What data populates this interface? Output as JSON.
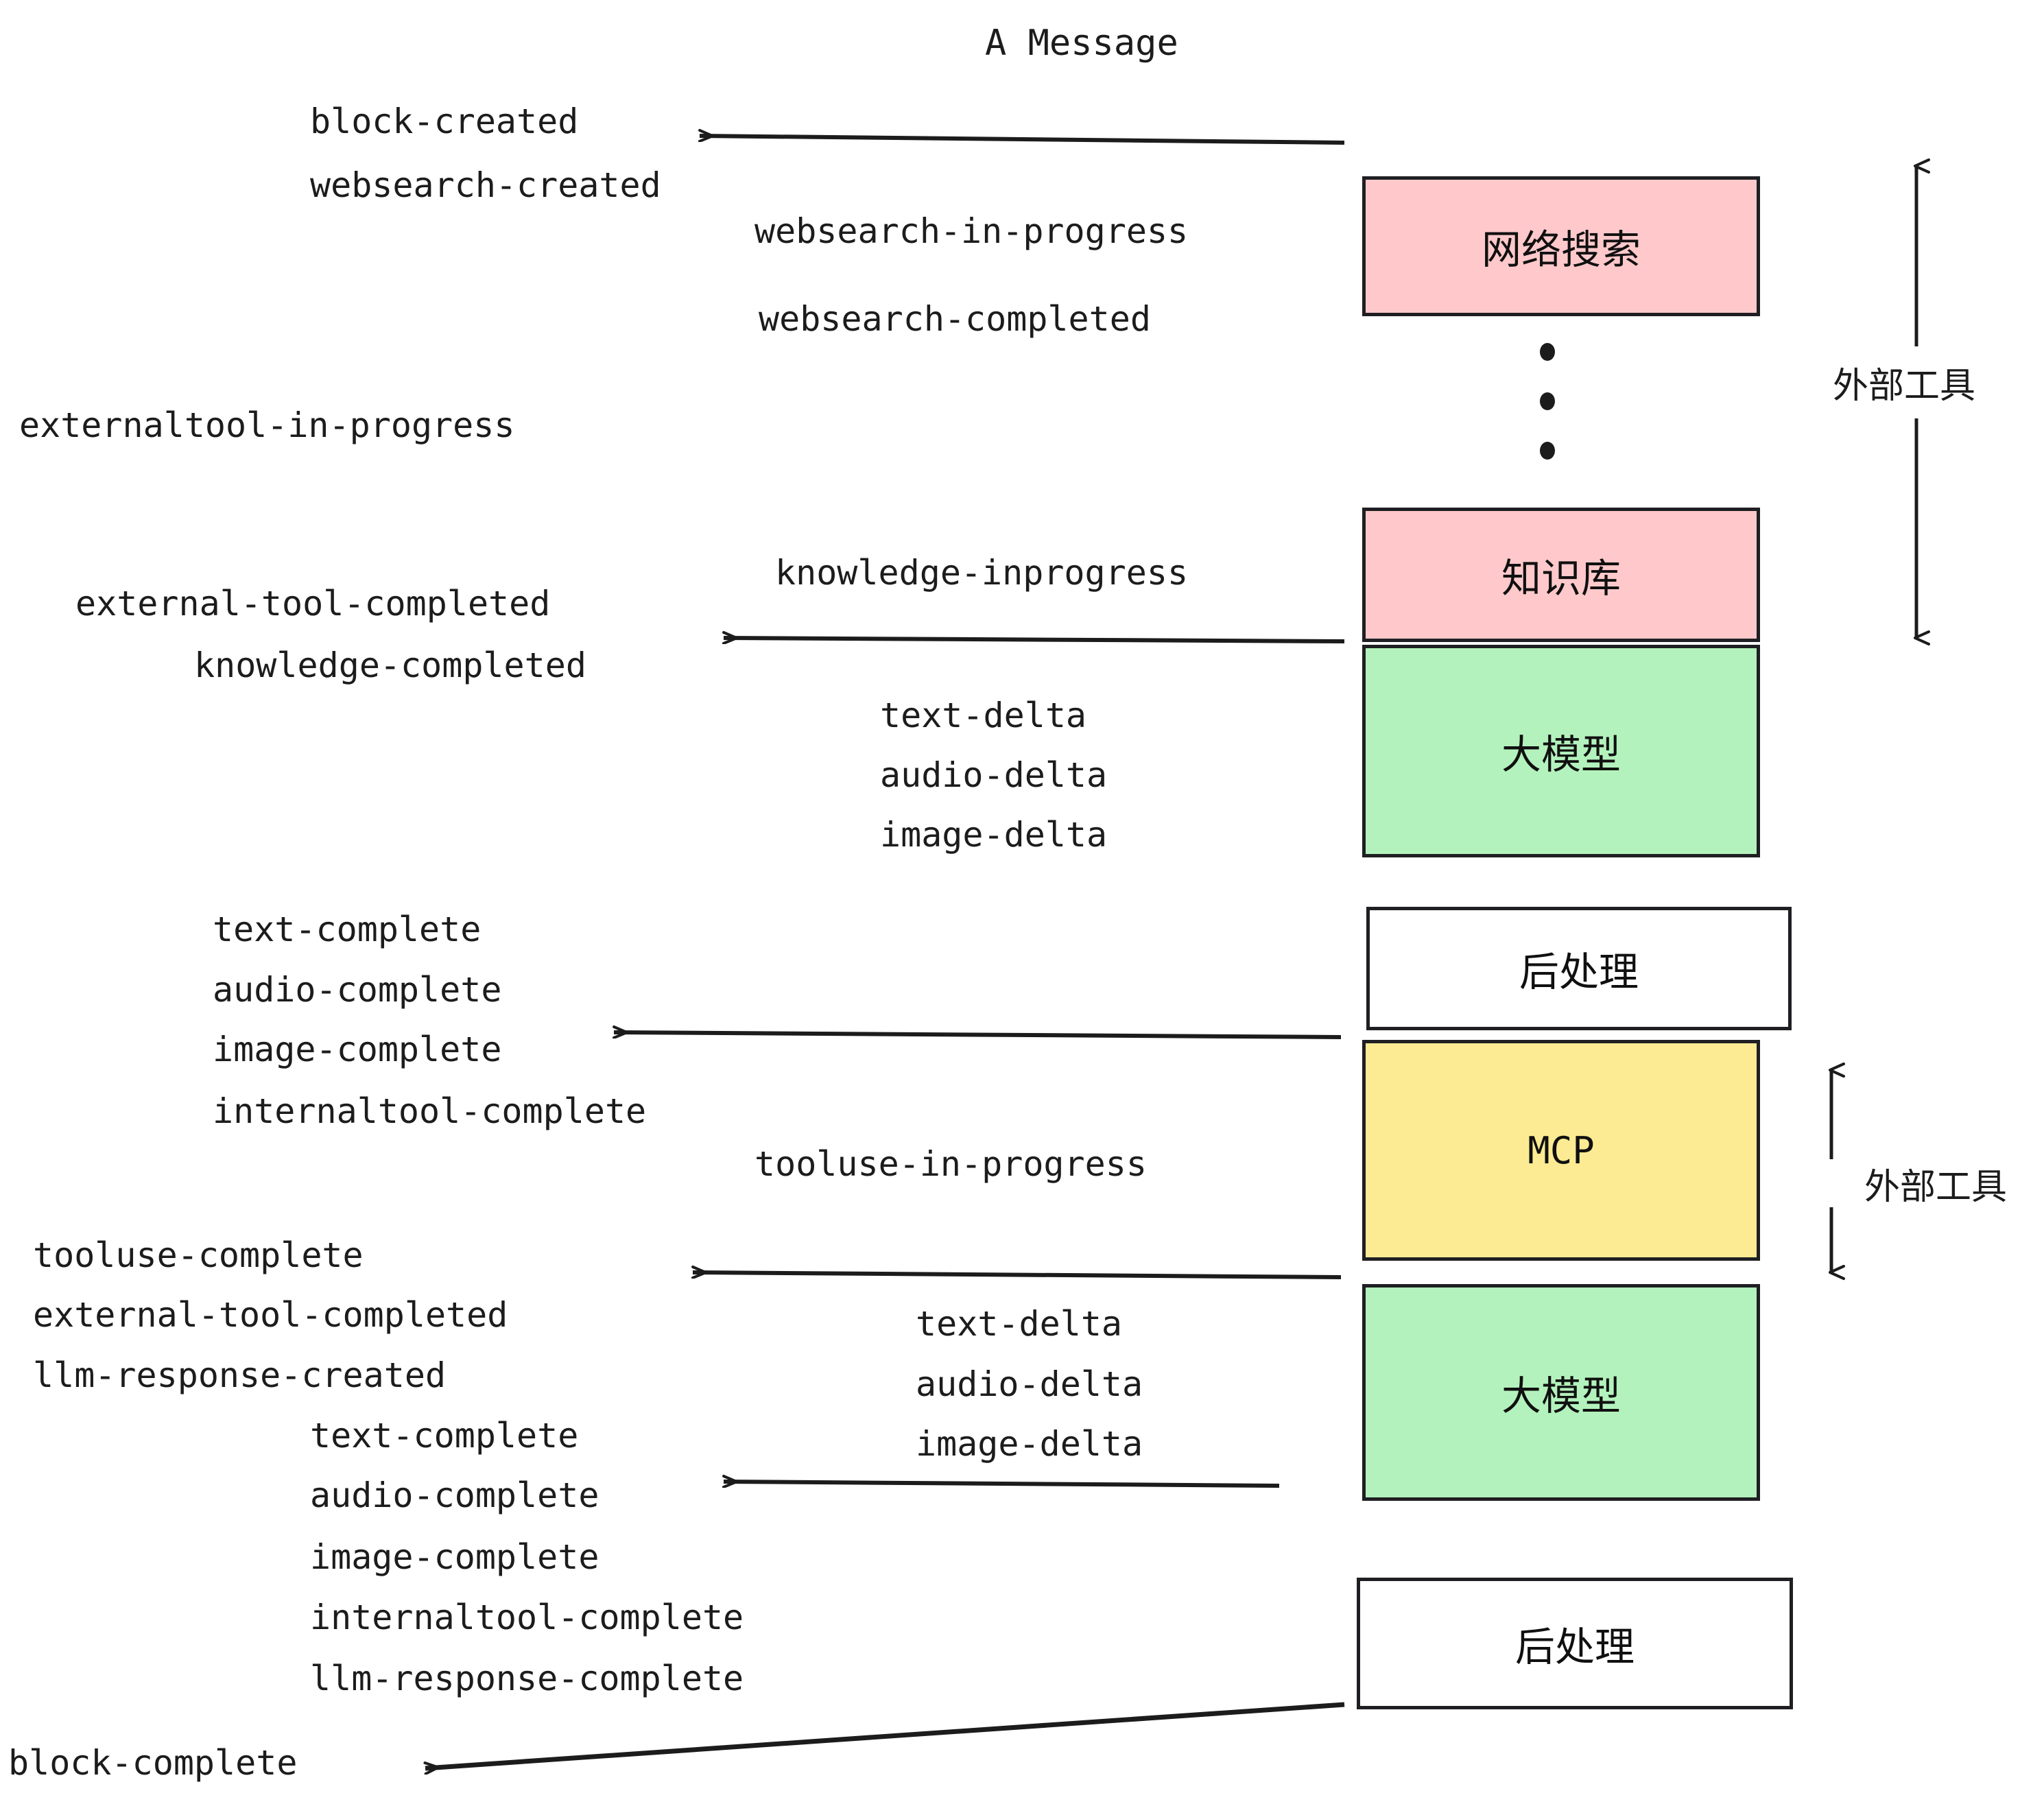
{
  "diagram": {
    "title": "A Message",
    "type": "sequence-flow",
    "colors": {
      "websearch_fill": "#FFC9CB",
      "knowledge_fill": "#FFC9CB",
      "llm_fill": "#B3F2BC",
      "mcp_fill": "#FCEB93",
      "postprocess_fill": "#FFFFFF",
      "stroke": "#1F1F23",
      "text": "#1C1C1C"
    },
    "nodes": [
      {
        "id": "websearch",
        "label": "网络搜索",
        "fill": "#FFC9CB",
        "script": "cjk"
      },
      {
        "id": "knowledge",
        "label": "知识库",
        "fill": "#FFC9CB",
        "script": "cjk"
      },
      {
        "id": "llm-1",
        "label": "大模型",
        "fill": "#B3F2BC",
        "script": "cjk"
      },
      {
        "id": "postprocess-1",
        "label": "后处理",
        "fill": "#FFFFFF",
        "script": "cjk"
      },
      {
        "id": "mcp",
        "label": "MCP",
        "fill": "#FCEB93",
        "script": "latin"
      },
      {
        "id": "llm-2",
        "label": "大模型",
        "fill": "#B3F2BC",
        "script": "cjk"
      },
      {
        "id": "postprocess-2",
        "label": "后处理",
        "fill": "#FFFFFF",
        "script": "cjk"
      }
    ],
    "side_labels": [
      {
        "id": "external-tools-top",
        "label": "外部工具"
      },
      {
        "id": "external-tools-bottom",
        "label": "外部工具"
      }
    ],
    "events": [
      {
        "id": "block-created",
        "label": "block-created"
      },
      {
        "id": "websearch-created",
        "label": "websearch-created"
      },
      {
        "id": "websearch-in-progress",
        "label": "websearch-in-progress"
      },
      {
        "id": "websearch-completed",
        "label": "websearch-completed"
      },
      {
        "id": "externaltool-in-progress",
        "label": "externaltool-in-progress"
      },
      {
        "id": "knowledge-inprogress",
        "label": "knowledge-inprogress"
      },
      {
        "id": "external-tool-completed-1",
        "label": "external-tool-completed"
      },
      {
        "id": "knowledge-completed",
        "label": "knowledge-completed"
      },
      {
        "id": "text-delta-1",
        "label": "text-delta"
      },
      {
        "id": "audio-delta-1",
        "label": "audio-delta"
      },
      {
        "id": "image-delta-1",
        "label": "image-delta"
      },
      {
        "id": "text-complete-1",
        "label": "text-complete"
      },
      {
        "id": "audio-complete-1",
        "label": "audio-complete"
      },
      {
        "id": "image-complete-1",
        "label": "image-complete"
      },
      {
        "id": "internaltool-complete-1",
        "label": "internaltool-complete"
      },
      {
        "id": "tooluse-in-progress",
        "label": "tooluse-in-progress"
      },
      {
        "id": "tooluse-complete",
        "label": "tooluse-complete"
      },
      {
        "id": "external-tool-completed-2",
        "label": "external-tool-completed"
      },
      {
        "id": "llm-response-created",
        "label": "llm-response-created"
      },
      {
        "id": "text-delta-2",
        "label": "text-delta"
      },
      {
        "id": "audio-delta-2",
        "label": "audio-delta"
      },
      {
        "id": "image-delta-2",
        "label": "image-delta"
      },
      {
        "id": "text-complete-2",
        "label": "text-complete"
      },
      {
        "id": "audio-complete-2",
        "label": "audio-complete"
      },
      {
        "id": "image-complete-2",
        "label": "image-complete"
      },
      {
        "id": "internaltool-complete-2",
        "label": "internaltool-complete"
      },
      {
        "id": "llm-response-complete",
        "label": "llm-response-complete"
      },
      {
        "id": "block-complete",
        "label": "block-complete"
      }
    ]
  }
}
